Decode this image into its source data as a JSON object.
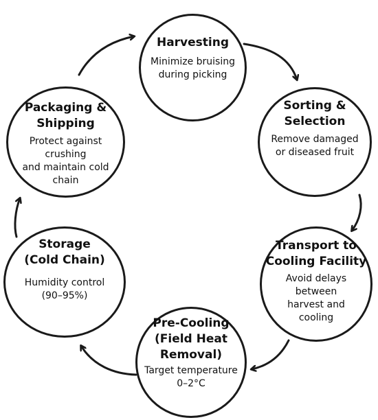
{
  "stages": [
    {
      "title": [
        "Harvesting"
      ],
      "description": [
        "Minimize bruising",
        "during picking"
      ]
    },
    {
      "title": [
        "Sorting &",
        "Selection"
      ],
      "description": [
        "Remove damaged",
        "or diseased fruit"
      ]
    },
    {
      "title": [
        "Transport to",
        "Cooling Facility"
      ],
      "description": [
        "Avoid delays",
        "between",
        "harvest and",
        "cooling"
      ]
    },
    {
      "title": [
        "Pre-Cooling",
        "(Field Heat",
        "Removal)"
      ],
      "description": [
        "Target temperature",
        "0–2°C"
      ]
    },
    {
      "title": [
        "Storage",
        "(Cold Chain)"
      ],
      "description": [
        "Humidity control",
        "(90–95%)"
      ]
    },
    {
      "title": [
        "Packaging &",
        "Shipping"
      ],
      "description": [
        "Protect against",
        "crushing",
        "and maintain cold",
        "chain"
      ]
    }
  ],
  "colors": {
    "stroke": "#1a1a1a",
    "background": "#ffffff"
  }
}
